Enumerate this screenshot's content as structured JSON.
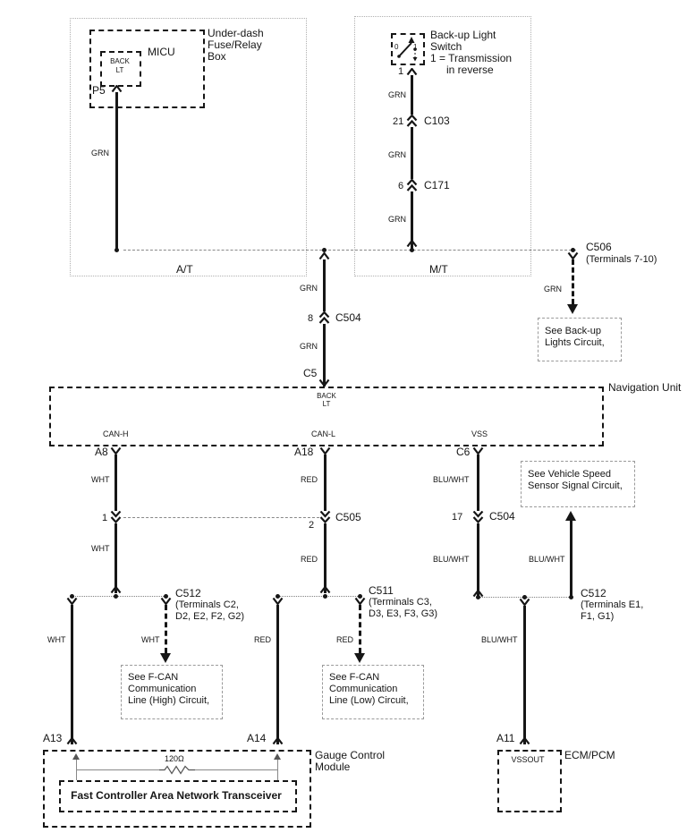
{
  "top_left": {
    "title": [
      "Under-dash",
      "Fuse/Relay",
      "Box"
    ],
    "micu": "MICU",
    "fuse": [
      "BACK",
      "LT"
    ],
    "pin": "P5",
    "wire": "GRN"
  },
  "top_right": {
    "title": [
      "Back-up Light",
      "Switch",
      "1 = Transmission",
      "in reverse"
    ],
    "sw_off": "0",
    "sw_on": "1",
    "pin": "1",
    "wire1": "GRN",
    "c103_pin": "21",
    "c103": "C103",
    "wire2": "GRN",
    "c171_pin": "6",
    "c171": "C171",
    "wire3": "GRN"
  },
  "regions": {
    "at": "A/T",
    "mt": "M/T"
  },
  "c506_branch": {
    "name": "C506",
    "terminals": "(Terminals 7-10)",
    "wire": "GRN",
    "see": [
      "See Back-up",
      "Lights Circuit,"
    ]
  },
  "center": {
    "wire1": "GRN",
    "c504_pin": "8",
    "c504": "C504",
    "wire2": "GRN",
    "pin": "C5"
  },
  "nav_unit": {
    "title": "Navigation Unit",
    "back_lt": [
      "BACK",
      "LT"
    ],
    "can_h": "CAN-H",
    "can_l": "CAN-L",
    "vss": "VSS",
    "pin_a8": "A8",
    "pin_a18": "A18",
    "pin_c6": "C6"
  },
  "can_h": {
    "wire1": "WHT",
    "c505_pin": "1",
    "wire2": "WHT",
    "conn": "C512",
    "terminals": [
      "(Terminals C2,",
      "D2, E2, F2, G2)"
    ],
    "wire3": "WHT",
    "wire4": "WHT",
    "see": [
      "See F-CAN",
      "Communication",
      "Line (High) Circuit,"
    ],
    "pin": "A13"
  },
  "can_l": {
    "wire1": "RED",
    "c505_pin": "2",
    "c505": "C505",
    "wire2": "RED",
    "conn": "C511",
    "terminals": [
      "(Terminals C3,",
      "D3, E3, F3, G3)"
    ],
    "wire3": "RED",
    "wire4": "RED",
    "see": [
      "See F-CAN",
      "Communication",
      "Line (Low) Circuit,"
    ],
    "pin": "A14"
  },
  "vss": {
    "wire1": "BLU/WHT",
    "c504_pin": "17",
    "c504": "C504",
    "wire2": "BLU/WHT",
    "conn": "C512",
    "terminals": [
      "(Terminals E1,",
      "F1, G1)"
    ],
    "wire3": "BLU/WHT",
    "wire4": "BLU/WHT",
    "see": [
      "See Vehicle Speed",
      "Sensor Signal Circuit,"
    ],
    "pin": "A11"
  },
  "gauge_module": {
    "title": [
      "Gauge Control",
      "Module"
    ],
    "resistor": "120Ω",
    "transceiver": "Fast Controller Area Network Transceiver"
  },
  "ecm": {
    "title": "ECM/PCM",
    "pin_label": "VSSOUT"
  },
  "colors": {
    "wire": "#161616",
    "region_border": "#b0b0b0",
    "see_box_border": "#9a9a9a"
  }
}
